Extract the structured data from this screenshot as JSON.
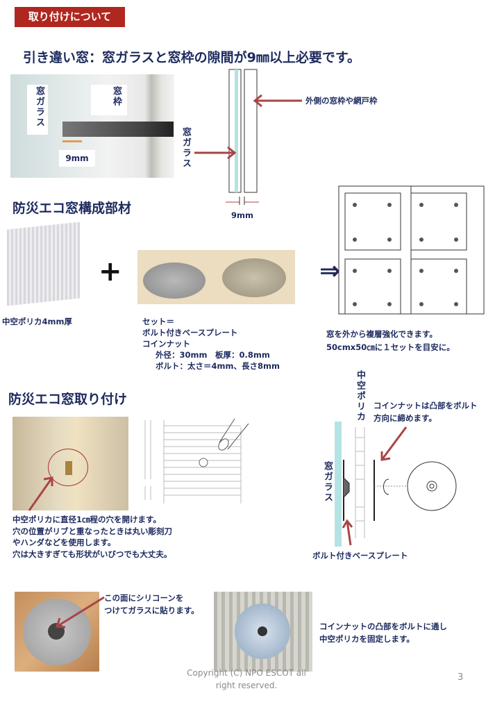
{
  "header": {
    "label": "取り付けについて"
  },
  "section1": {
    "title": "引き違い窓：窓ガラスと窓枠の隙間が9㎜以上必要です。",
    "photo_labels": {
      "glass": "窓ガラス",
      "frame": "窓枠",
      "gap": "9mm"
    },
    "diagram": {
      "outer_frame_label": "外側の窓枠や網戸枠",
      "glass_label": "窓ガラス",
      "gap_label": "9mm"
    }
  },
  "section2": {
    "title": "防災エコ窓構成部材",
    "plus": "+",
    "implies": "⇒",
    "polycarb_label": "中空ポリカ4mm厚",
    "set_lines": [
      "セット＝",
      "ボルト付きベースプレート",
      "コインナット",
      "外径：30mm　板厚：0.8mm",
      "ボルト：太さ＝4mm、長さ8mm"
    ],
    "window_lines": [
      "窓を外から複層強化できます。",
      "50cmx50㎝に１セットを目安に。"
    ]
  },
  "section3": {
    "title": "防災エコ窓取り付け",
    "hole_lines": [
      "中空ポリカに直径1㎝程の穴を開けます。",
      "穴の位置がリブと重なったときは丸い彫刻刀",
      "やハンダなどを使用します。",
      "穴は大きすぎても形状がいびつでも大丈夫。"
    ],
    "polycarb_vertical": "中空ポリカ",
    "glass_vertical": "窓ガラス",
    "coin_note": [
      "コインナットは凸部をボルト",
      "方向に締めます。"
    ],
    "base_plate_label": "ボルト付きベースプレート"
  },
  "section4": {
    "silicone_note": [
      "この面にシリコーンを",
      "つけてガラスに貼ります。"
    ],
    "fix_note": [
      "コインナットの凸部をボルトに通し",
      "中空ポリカを固定します。"
    ]
  },
  "footer": {
    "copyright": [
      "Copyright (C)  NPO  ESCOT all",
      "right reserved."
    ],
    "page_number": "3"
  },
  "colors": {
    "header_bg": "#b0271f",
    "text": "#1d2a5e",
    "arrow": "#a84545",
    "glass": "#b3e3e3"
  }
}
